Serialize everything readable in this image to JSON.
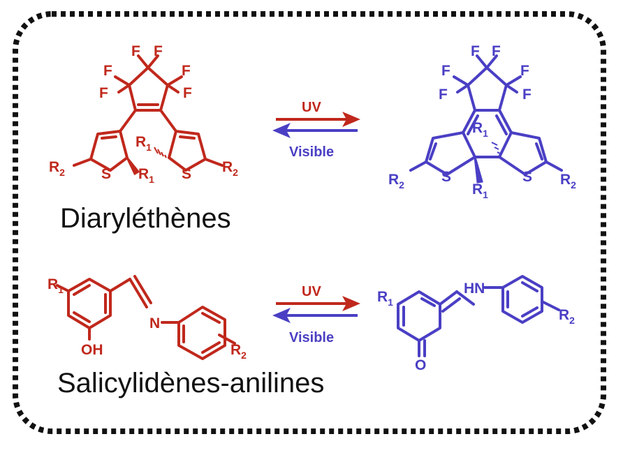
{
  "colors": {
    "reactant": "#c0281c",
    "product": "#4a3fc4",
    "text": "#111111",
    "frame": "#111111"
  },
  "arrows": {
    "forward_label": "UV",
    "reverse_label": "Visible"
  },
  "families": [
    {
      "caption": "Diaryléthènes"
    },
    {
      "caption": "Salicylidènes-anilines"
    }
  ],
  "atoms": {
    "F": "F",
    "S": "S",
    "R": "R",
    "one": "1",
    "two": "2",
    "OH": "OH",
    "N": "N",
    "HN": "HN",
    "O": "O"
  }
}
